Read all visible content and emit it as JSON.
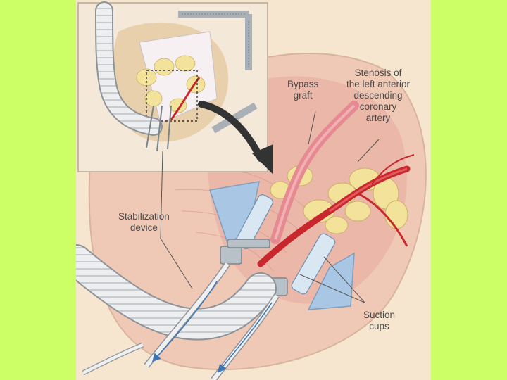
{
  "labels": {
    "bypass_graft": [
      "Bypass",
      "graft"
    ],
    "stenosis": [
      "Stenosis of",
      "the left anterior",
      "descending",
      "coronary",
      "artery"
    ],
    "stabilization": [
      "Stabilization",
      "device"
    ],
    "suction": [
      "Suction",
      "cups"
    ]
  },
  "colors": {
    "slide_background": "#ccff66",
    "illustration_background": "#f6e6cf",
    "artery_red": "#c8282d",
    "graft_pink": "#e48a90",
    "suction_cup_blue": "#a9c6e4",
    "tubing": "#e9ebec",
    "fat_yellow": "#f3e39a"
  }
}
